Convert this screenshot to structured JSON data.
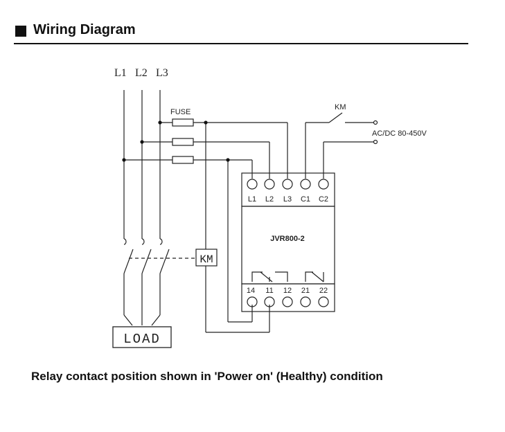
{
  "header": {
    "title": "Wiring Diagram"
  },
  "phases": [
    "L1",
    "L2",
    "L3"
  ],
  "fuse_label": "FUSE",
  "km_switch_label": "KM",
  "supply_label": "AC/DC 80-450V",
  "relay": {
    "model": "JVR800-2",
    "top_terminals": [
      "L1",
      "L2",
      "L3",
      "C1",
      "C2"
    ],
    "bottom_terminals": [
      "14",
      "11",
      "12",
      "21",
      "22"
    ]
  },
  "contactor_label": "KM",
  "load_label": "LOAD",
  "caption": "Relay contact position shown in 'Power on' (Healthy) condition"
}
